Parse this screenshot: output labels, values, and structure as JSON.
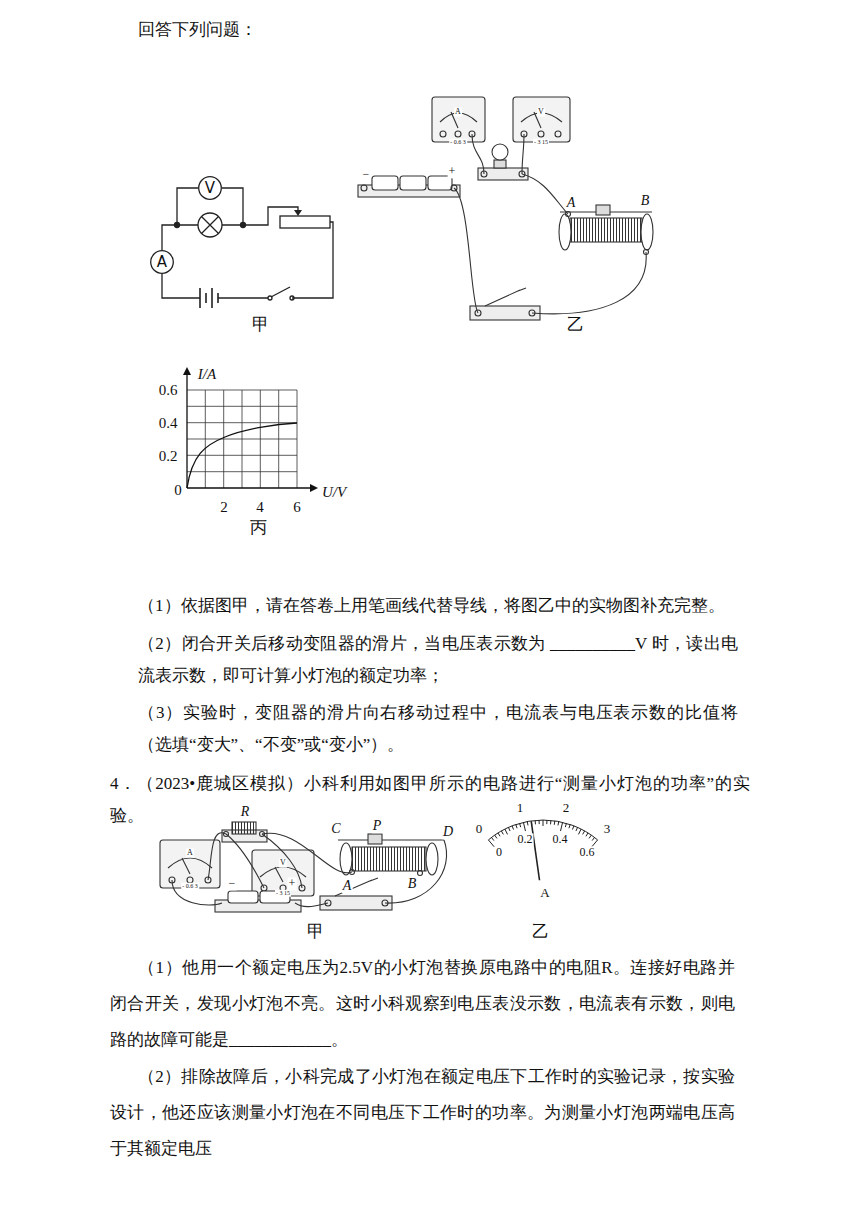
{
  "diagram": {
    "nodes": [
      {
        "text": [
          "V"
        ]
      },
      {
        "text": [
          "A"
        ]
      }
    ],
    "labels": [
      "回答下列问题：",
      "甲",
      "−",
      "+",
      "A",
      "- 0.6 3",
      "V",
      "- 3 15",
      "A",
      "B",
      "乙",
      "I/A",
      "0.6",
      "0.4",
      "0.2",
      "0",
      "2",
      "4",
      "6",
      "U/V",
      "丙",
      "（1）依据图甲，请在答卷上用笔画线代替导线，将图乙中的实物图补充完整。",
      "（2）闭合开关后移动变阻器的滑片，当电压表示数为 __________V 时，读出电流表示数，即可计算小灯泡的额定功率；",
      "（3）实验时，变阻器的滑片向右移动过程中，电流表与电压表示数的比值将（选填“变大”、“不变”或“变小”）。",
      "4．（2023•鹿城区模拟）小科利用如图甲所示的电路进行“测量小灯泡的功率”的实验。",
      "R",
      "C",
      "P",
      "D",
      "A",
      "B",
      "A",
      "- 0.6 3",
      "V",
      "- 3 15",
      "−",
      "+",
      "甲",
      "0",
      "1",
      "2",
      "3",
      "0",
      "0.2",
      "0.4",
      "0.6",
      "A",
      "乙",
      "（1）他用一个额定电压为2.5V的小灯泡替换原电路中的电阻R。连接好电路并闭合开关，发现小灯泡不亮。这时小科观察到电压表没示数，电流表有示数，则电路的故障可能是____________。",
      "（2）排除故障后，小科完成了小灯泡在额定电压下工作时的实验记录，按实验设计，他还应该测量小灯泡在不同电压下工作时的功率。为测量小灯泡两端电压高于其额定电压"
    ]
  }
}
